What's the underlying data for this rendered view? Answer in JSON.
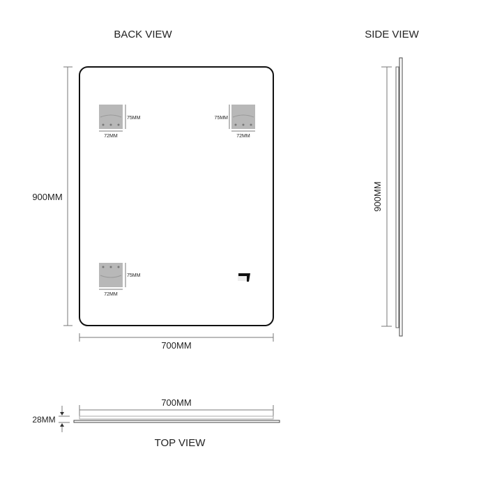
{
  "back_view": {
    "title": "BACK VIEW",
    "height_label": "900MM",
    "width_label": "700MM",
    "brackets": [
      {
        "w": "72MM",
        "h": "75MM"
      },
      {
        "w": "72MM",
        "h": "75MM"
      },
      {
        "w": "72MM",
        "h": "75MM"
      }
    ]
  },
  "side_view": {
    "title": "SIDE VIEW",
    "height_label": "900MM"
  },
  "top_view": {
    "title": "TOP VIEW",
    "width_label": "700MM",
    "depth_label": "28MM"
  }
}
